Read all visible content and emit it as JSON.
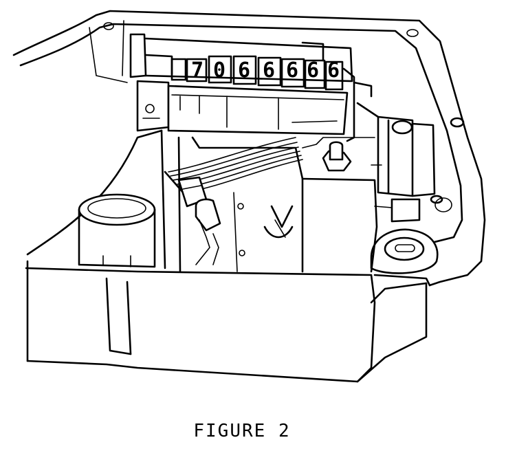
{
  "figure": {
    "caption": "FIGURE 2",
    "counter_digits": [
      "7",
      "0",
      "6",
      "6",
      "6",
      "6",
      "6"
    ]
  }
}
